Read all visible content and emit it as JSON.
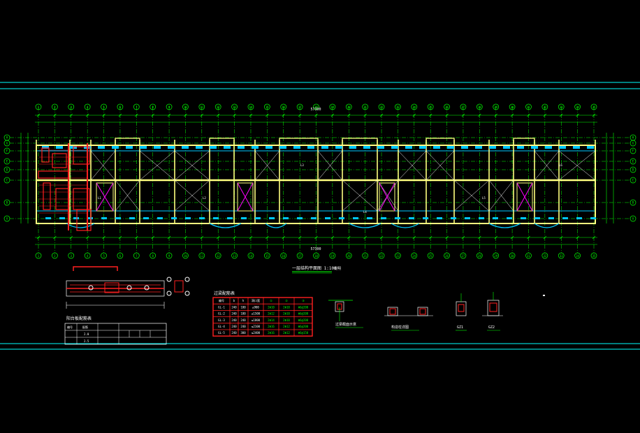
{
  "colors": {
    "background": "#000000",
    "frame": "#00ffff",
    "axis": "#00ff00",
    "wall": "#ffff80",
    "beam": "#00c8ff",
    "rebar": "#ff2020",
    "brace": "#ff00ff",
    "text": "#ffffff",
    "dim": "#00ff00"
  },
  "plan": {
    "title": "一层结构平面图 1:100",
    "scale_note": "说明",
    "top_axis_labels": [
      "1",
      "2",
      "3",
      "4",
      "5",
      "6",
      "7",
      "8",
      "9",
      "10",
      "11",
      "12",
      "13",
      "14",
      "15",
      "16",
      "17",
      "18",
      "19",
      "20",
      "21",
      "22",
      "23",
      "24",
      "25",
      "26",
      "27",
      "28",
      "29",
      "30",
      "31",
      "32",
      "33",
      "34",
      "35"
    ],
    "side_axis_labels": [
      "H",
      "G",
      "F",
      "E",
      "D",
      "C",
      "B",
      "A"
    ],
    "overall_dim": "57300",
    "beam_tags": [
      "L1",
      "L2",
      "L3",
      "L4",
      "L5",
      "L6"
    ]
  },
  "beam_table": {
    "title": "过梁配筋表",
    "headers": [
      "编号",
      "b",
      "h",
      "洞口宽",
      "①",
      "②",
      "③"
    ],
    "rows": [
      [
        "GL-1",
        "240",
        "180",
        "≤900",
        "2Φ10",
        "2Φ10",
        "Φ6@200"
      ],
      [
        "GL-2",
        "240",
        "180",
        "≤1500",
        "2Φ12",
        "2Φ10",
        "Φ6@200"
      ],
      [
        "GL-3",
        "240",
        "240",
        "≤1800",
        "2Φ14",
        "2Φ10",
        "Φ6@200"
      ],
      [
        "GL-4",
        "240",
        "240",
        "≤2100",
        "2Φ16",
        "2Φ12",
        "Φ6@200"
      ],
      [
        "GL-5",
        "240",
        "300",
        "≤2400",
        "2Φ16",
        "2Φ12",
        "Φ6@150"
      ]
    ]
  },
  "lintel_table": {
    "title": "阳台板配筋表",
    "headers": [
      "编号",
      "配筋"
    ],
    "rows": [
      [
        "1",
        "2.0"
      ],
      [
        "2",
        "2.5"
      ]
    ]
  },
  "details": {
    "d1": "过梁截面示意",
    "d2": "构造柱详图",
    "d3": "GZ1",
    "d4": "GZ2"
  }
}
